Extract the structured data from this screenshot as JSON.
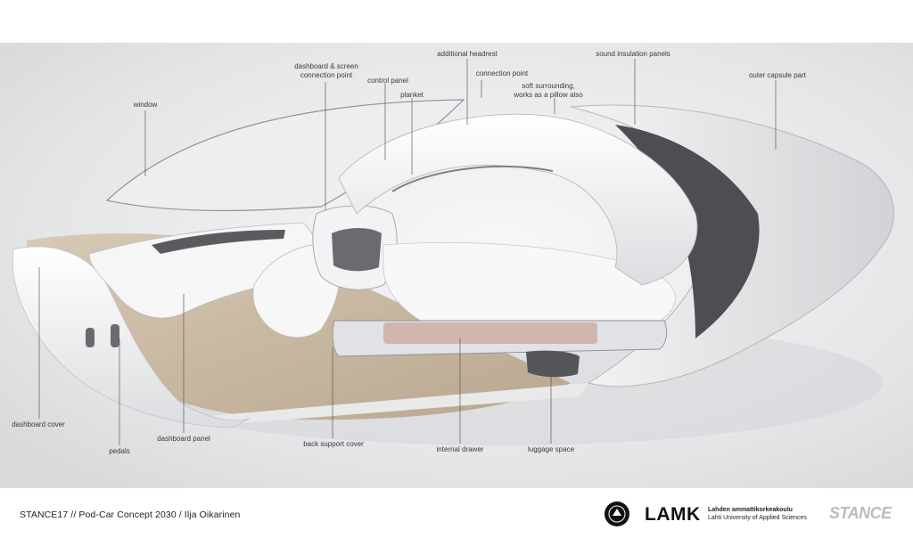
{
  "labels": {
    "dashboard_screen": [
      "dashboard & screen",
      "connection point"
    ],
    "additional_headrest": "additional headrest",
    "sound_insulation": "sound insulation panels",
    "connection_point": "connection point",
    "control_panel": "control panel",
    "planket": "planket",
    "soft_surrounding": [
      "soft surrounding,",
      "works as a pillow also"
    ],
    "outer_capsule": "outer capsule part",
    "window": "window",
    "dashboard_cover": "dashboard cover",
    "pedals": "pedals",
    "dashboard_panel": "dashboard panel",
    "back_support": "back support cover",
    "internal_drawer": "internal drawer",
    "luggage_space": "luggage space"
  },
  "footer": {
    "credit": "STANCE17 // Pod-Car Concept 2030 / Ilja Oikarinen",
    "lamk": "LAMK",
    "lamk_line1": "Lahden ammattikorkeakoulu",
    "lamk_line2": "Lahti University of Applied Sciences",
    "stance": "STANCE"
  },
  "colors": {
    "background": "#e6e7e9",
    "body": "#f4f5f6",
    "floor": "#c9b9a3",
    "dark": "#55565a",
    "leader": "#444444"
  }
}
